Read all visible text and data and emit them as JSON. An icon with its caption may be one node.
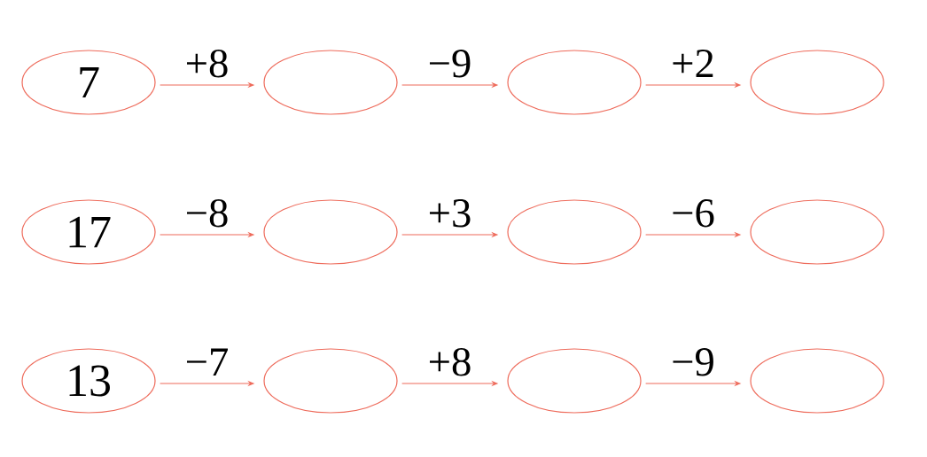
{
  "diagram": {
    "nodes": [
      {
        "text": [
          "7"
        ]
      },
      {
        "text": [],
        "shape": "ellipse"
      },
      {
        "text": [],
        "shape": "ellipse"
      },
      {
        "text": [],
        "shape": "ellipse"
      },
      {
        "text": [
          "17"
        ]
      },
      {
        "text": [],
        "shape": "ellipse"
      },
      {
        "text": [],
        "shape": "ellipse"
      },
      {
        "text": [],
        "shape": "ellipse"
      },
      {
        "text": [
          "13"
        ]
      },
      {
        "text": [],
        "shape": "ellipse"
      },
      {
        "text": [],
        "shape": "ellipse"
      },
      {
        "text": [],
        "shape": "ellipse"
      }
    ],
    "edges": [
      {
        "from": 0,
        "to": 1,
        "arrow": "to",
        "label": "+8"
      },
      {
        "from": 1,
        "to": 2,
        "arrow": "to",
        "label": "−9"
      },
      {
        "from": 2,
        "to": 3,
        "arrow": "to",
        "label": "+2"
      },
      {
        "from": 4,
        "to": 5,
        "arrow": "to",
        "label": "−8"
      },
      {
        "from": 5,
        "to": 6,
        "arrow": "to",
        "label": "+3"
      },
      {
        "from": 6,
        "to": 7,
        "arrow": "to",
        "label": "−6"
      },
      {
        "from": 8,
        "to": 9,
        "arrow": "to",
        "label": "−7"
      },
      {
        "from": 9,
        "to": 10,
        "arrow": "to",
        "label": "+8"
      },
      {
        "from": 10,
        "to": 11,
        "arrow": "to",
        "label": "−9"
      }
    ]
  }
}
